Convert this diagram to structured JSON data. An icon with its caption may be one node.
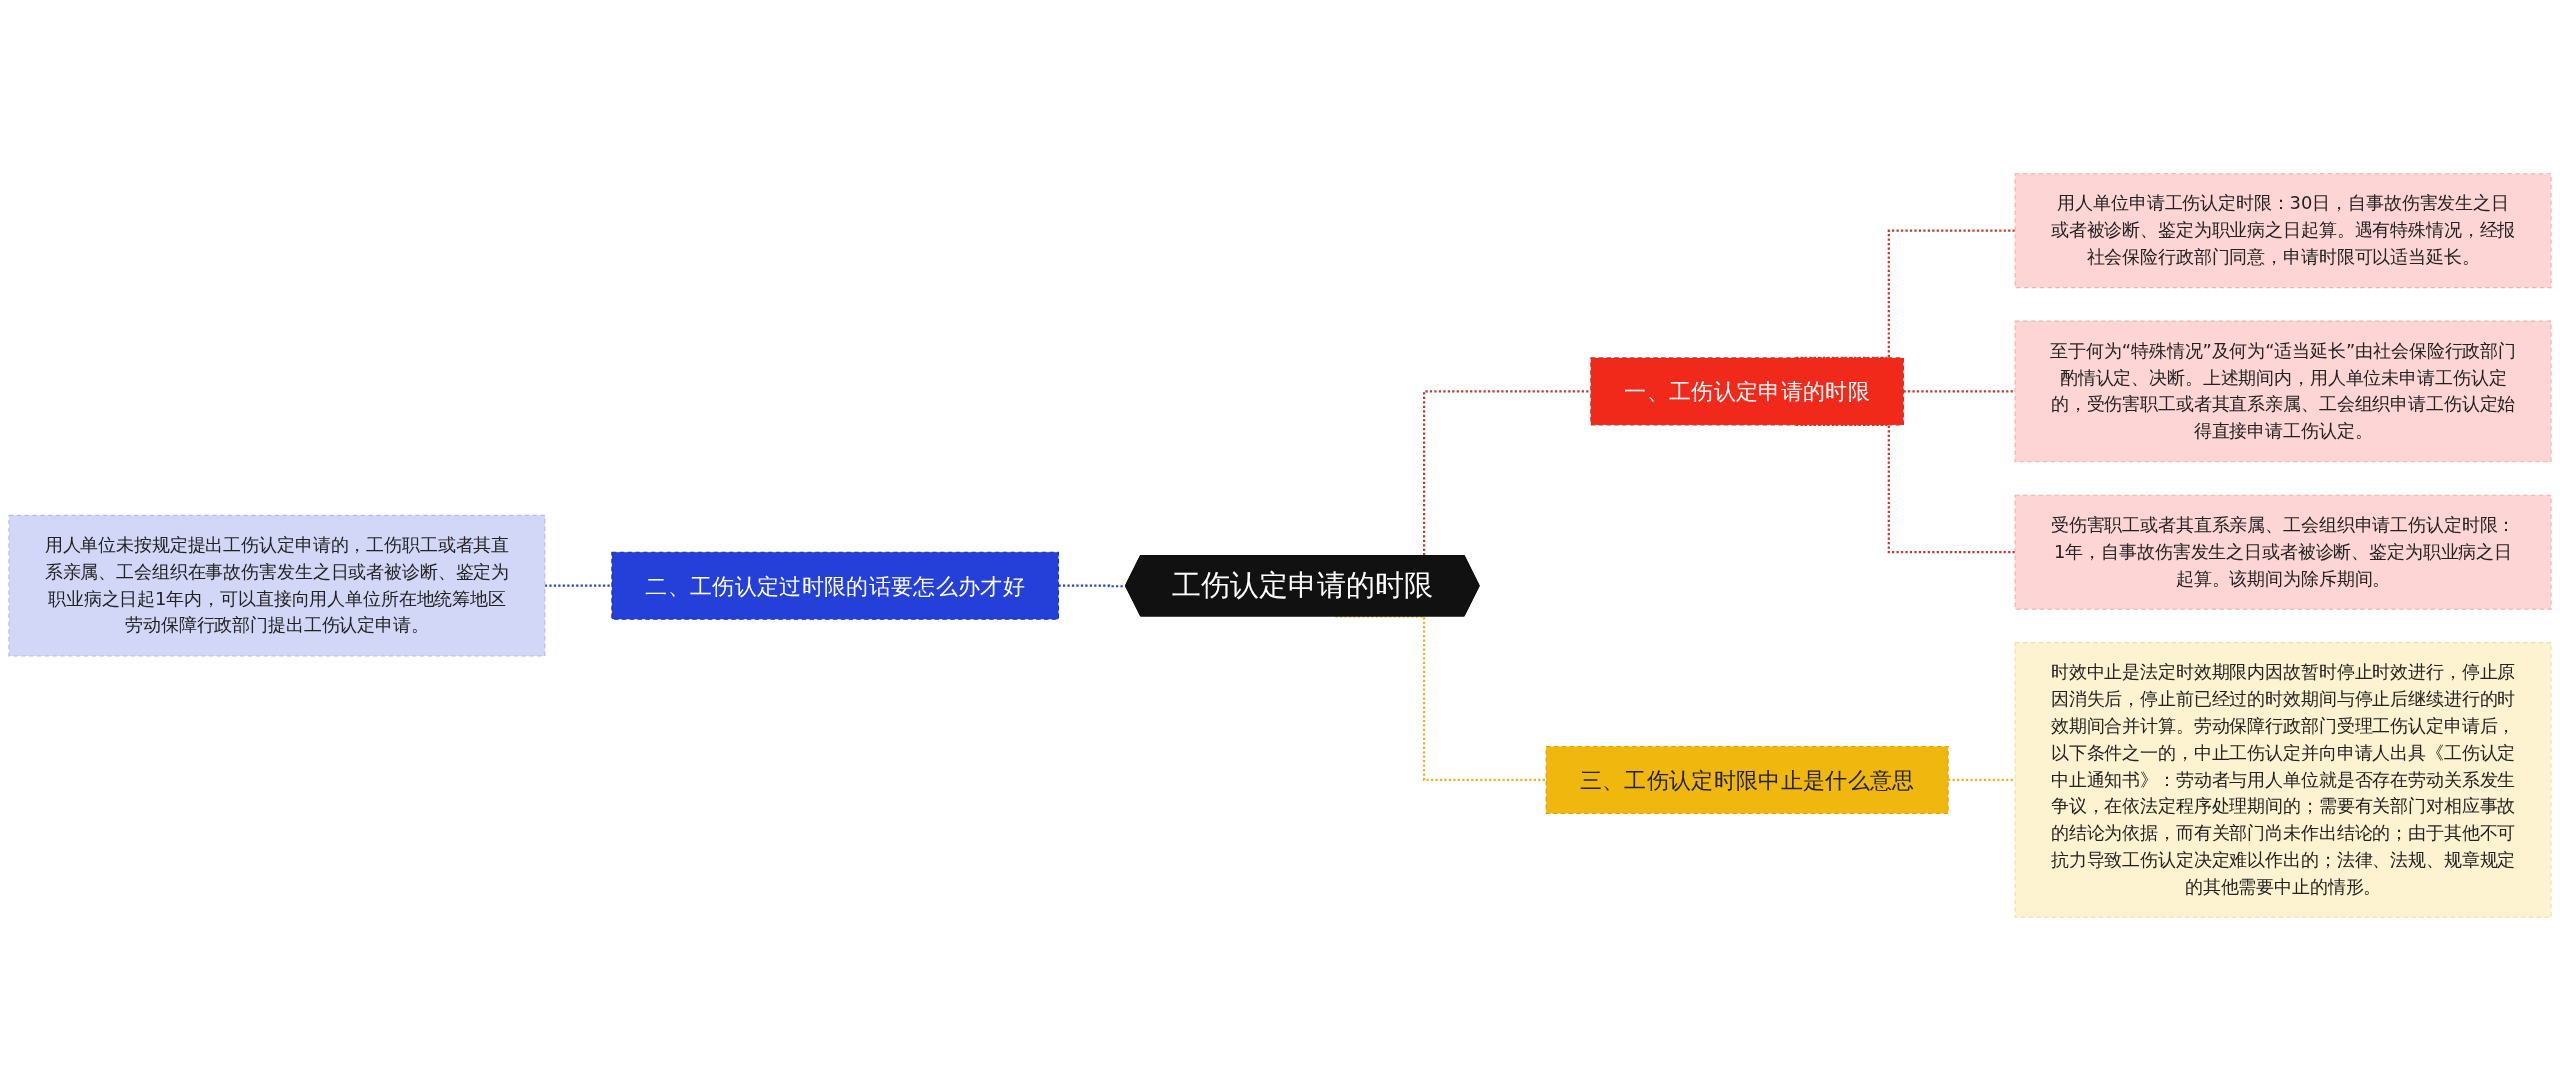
{
  "diagram": {
    "nodes": [
      {
        "text": [
          "工伤认定申请的时限"
        ]
      },
      {
        "text": [
          "一、工伤认定申请的时限"
        ]
      },
      {
        "text": [
          "用人单位申请工伤认定时限：30日，自事故伤害发生之日或者被诊断、鉴定为职业病之日起算。遇有特殊情况，经报社会保险行政部门同意，申请时限可以适当延长。"
        ]
      },
      {
        "text": [
          "至于何为“特殊情况”及何为“适当延长”由社会保险行政部门酌情认定、决断。上述期间内，用人单位未申请工伤认定的，受伤害职工或者其直系亲属、工会组织申请工伤认定始得直接申请工伤认定。"
        ]
      },
      {
        "text": [
          "受伤害职工或者其直系亲属、工会组织申请工伤认定时限：1年，自事故伤害发生之日或者被诊断、鉴定为职业病之日起算。该期间为除斥期间。"
        ]
      },
      {
        "text": [
          "二、工伤认定过时限的话要怎么办才好"
        ]
      },
      {
        "text": [
          "用人单位未按规定提出工伤认定申请的，工伤职工或者其直系亲属、工会组织在事故伤害发生之日或者被诊断、鉴定为职业病之日起1年内，可以直接向用人单位所在地统筹地区劳动保障行政部门提出工伤认定申请。"
        ]
      },
      {
        "text": [
          "三、工伤认定时限中止是什么意思"
        ]
      },
      {
        "text": [
          "时效中止是法定时效期限内因故暂时停止时效进行，停止原因消失后，停止前已经过的时效期间与停止后继续进行的时效期间合并计算。劳动保障行政部门受理工伤认定申请后，以下条件之一的，中止工伤认定并向申请人出具《工伤认定中止通知书》：劳动者与用人单位就是否存在劳动关系发生争议，在依法定程序处理期间的；需要有关部门对相应事故的结论为依据，而有关部门尚未作出结论的；由于其他不可抗力导致工伤认定决定难以作出的；法律、法规、规章规定的其他需要中止的情形。"
        ]
      }
    ],
    "edges": [
      {
        "from": 0,
        "to": 1,
        "arrow": "none",
        "style": "dashed",
        "color": "#c0392b"
      },
      {
        "from": 1,
        "to": 2,
        "arrow": "none",
        "style": "dashed",
        "color": "#c0392b"
      },
      {
        "from": 1,
        "to": 3,
        "arrow": "none",
        "style": "dashed",
        "color": "#c0392b"
      },
      {
        "from": 1,
        "to": 4,
        "arrow": "none",
        "style": "dashed",
        "color": "#c0392b"
      },
      {
        "from": 5,
        "to": 0,
        "arrow": "none",
        "style": "dashed",
        "color": "#2440d8"
      },
      {
        "from": 6,
        "to": 5,
        "arrow": "none",
        "style": "dashed",
        "color": "#2440d8"
      },
      {
        "from": 0,
        "to": 7,
        "arrow": "none",
        "style": "dashed",
        "color": "#e6b422"
      },
      {
        "from": 7,
        "to": 8,
        "arrow": "none",
        "style": "dashed",
        "color": "#e6b422"
      }
    ]
  }
}
